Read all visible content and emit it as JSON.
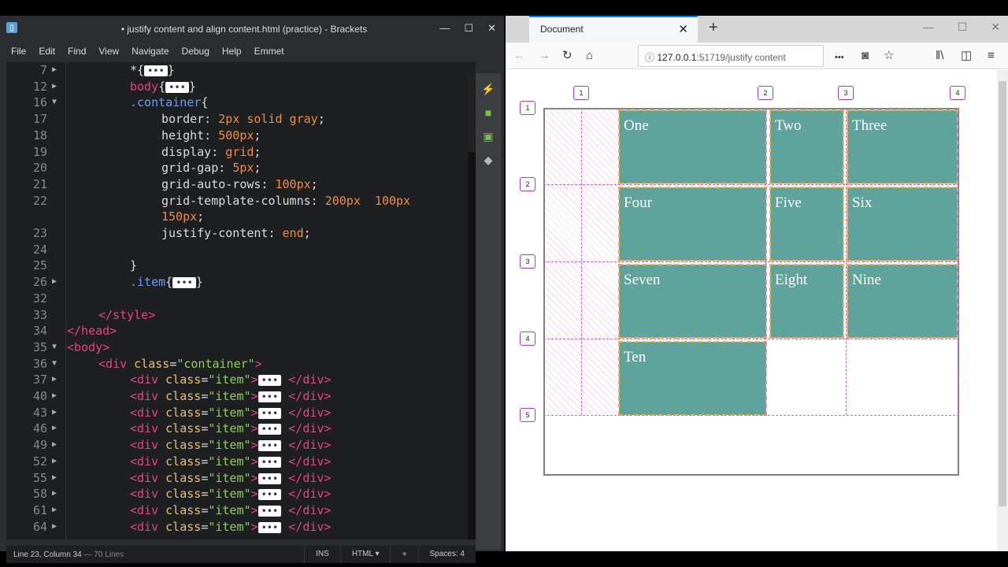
{
  "editor": {
    "title": "• justify content and align content.html (practice) - Brackets",
    "menu": [
      "File",
      "Edit",
      "Find",
      "View",
      "Navigate",
      "Debug",
      "Help",
      "Emmet"
    ],
    "lines": [
      {
        "n": "7",
        "f": "▶",
        "ind": 2,
        "t": [
          [
            "pun",
            "*{"
          ],
          [
            "dots",
            "•••"
          ],
          [
            "pun",
            "}"
          ]
        ]
      },
      {
        "n": "12",
        "f": "▶",
        "ind": 2,
        "t": [
          [
            "sel",
            "body"
          ],
          [
            "pun",
            "{"
          ],
          [
            "dots",
            "•••"
          ],
          [
            "pun",
            "}"
          ]
        ]
      },
      {
        "n": "16",
        "f": "▼",
        "ind": 2,
        "t": [
          [
            "cls",
            ".container"
          ],
          [
            "pun",
            "{"
          ]
        ]
      },
      {
        "n": "17",
        "f": "",
        "ind": 3,
        "t": [
          [
            "prop",
            "border: "
          ],
          [
            "val",
            "2px solid gray"
          ],
          [
            "pun",
            ";"
          ]
        ]
      },
      {
        "n": "18",
        "f": "",
        "ind": 3,
        "t": [
          [
            "prop",
            "height: "
          ],
          [
            "val",
            "500px"
          ],
          [
            "pun",
            ";"
          ]
        ]
      },
      {
        "n": "19",
        "f": "",
        "ind": 3,
        "t": [
          [
            "prop",
            "display: "
          ],
          [
            "val",
            "grid"
          ],
          [
            "pun",
            ";"
          ]
        ]
      },
      {
        "n": "20",
        "f": "",
        "ind": 3,
        "t": [
          [
            "prop",
            "grid-gap: "
          ],
          [
            "val",
            "5px"
          ],
          [
            "pun",
            ";"
          ]
        ]
      },
      {
        "n": "21",
        "f": "",
        "ind": 3,
        "t": [
          [
            "prop",
            "grid-auto-rows: "
          ],
          [
            "val",
            "100px"
          ],
          [
            "pun",
            ";"
          ]
        ]
      },
      {
        "n": "22",
        "f": "",
        "ind": 3,
        "t": [
          [
            "prop",
            "grid-template-columns: "
          ],
          [
            "val",
            "200px  100px"
          ]
        ]
      },
      {
        "n": "",
        "f": "",
        "ind": 3,
        "t": [
          [
            "val",
            "150px"
          ],
          [
            "pun",
            ";"
          ]
        ]
      },
      {
        "n": "23",
        "f": "",
        "ind": 3,
        "t": [
          [
            "prop",
            "justify-content: "
          ],
          [
            "val",
            "end"
          ],
          [
            "pun",
            ";"
          ]
        ]
      },
      {
        "n": "24",
        "f": "",
        "ind": 3,
        "t": []
      },
      {
        "n": "25",
        "f": "",
        "ind": 2,
        "t": [
          [
            "pun",
            "}"
          ]
        ]
      },
      {
        "n": "26",
        "f": "▶",
        "ind": 2,
        "t": [
          [
            "cls",
            ".item"
          ],
          [
            "pun",
            "{"
          ],
          [
            "dots",
            "•••"
          ],
          [
            "pun",
            "}"
          ]
        ]
      },
      {
        "n": "32",
        "f": "",
        "ind": 2,
        "t": []
      },
      {
        "n": "33",
        "f": "",
        "ind": 1,
        "t": [
          [
            "tag",
            "</style>"
          ]
        ]
      },
      {
        "n": "34",
        "f": "",
        "ind": 0,
        "t": [
          [
            "tag",
            "</head>"
          ]
        ]
      },
      {
        "n": "35",
        "f": "▼",
        "ind": 0,
        "t": [
          [
            "tag",
            "<body>"
          ]
        ]
      },
      {
        "n": "36",
        "f": "▼",
        "ind": 1,
        "t": [
          [
            "tag",
            "<div "
          ],
          [
            "attr",
            "class"
          ],
          [
            "pun",
            "="
          ],
          [
            "str",
            "\"container\""
          ],
          [
            "tag",
            ">"
          ]
        ]
      },
      {
        "n": "37",
        "f": "▶",
        "ind": 2,
        "t": [
          [
            "tag",
            "<div "
          ],
          [
            "attr",
            "class"
          ],
          [
            "pun",
            "="
          ],
          [
            "str",
            "\"item\""
          ],
          [
            "tag",
            ">"
          ],
          [
            "dots",
            "•••"
          ],
          [
            "tag",
            " </div>"
          ]
        ]
      },
      {
        "n": "40",
        "f": "▶",
        "ind": 2,
        "t": [
          [
            "tag",
            "<div "
          ],
          [
            "attr",
            "class"
          ],
          [
            "pun",
            "="
          ],
          [
            "str",
            "\"item\""
          ],
          [
            "tag",
            ">"
          ],
          [
            "dots",
            "•••"
          ],
          [
            "tag",
            " </div>"
          ]
        ]
      },
      {
        "n": "43",
        "f": "▶",
        "ind": 2,
        "t": [
          [
            "tag",
            "<div "
          ],
          [
            "attr",
            "class"
          ],
          [
            "pun",
            "="
          ],
          [
            "str",
            "\"item\""
          ],
          [
            "tag",
            ">"
          ],
          [
            "dots",
            "•••"
          ],
          [
            "tag",
            " </div>"
          ]
        ]
      },
      {
        "n": "46",
        "f": "▶",
        "ind": 2,
        "t": [
          [
            "tag",
            "<div "
          ],
          [
            "attr",
            "class"
          ],
          [
            "pun",
            "="
          ],
          [
            "str",
            "\"item\""
          ],
          [
            "tag",
            ">"
          ],
          [
            "dots",
            "•••"
          ],
          [
            "tag",
            " </div>"
          ]
        ]
      },
      {
        "n": "49",
        "f": "▶",
        "ind": 2,
        "t": [
          [
            "tag",
            "<div "
          ],
          [
            "attr",
            "class"
          ],
          [
            "pun",
            "="
          ],
          [
            "str",
            "\"item\""
          ],
          [
            "tag",
            ">"
          ],
          [
            "dots",
            "•••"
          ],
          [
            "tag",
            " </div>"
          ]
        ]
      },
      {
        "n": "52",
        "f": "▶",
        "ind": 2,
        "t": [
          [
            "tag",
            "<div "
          ],
          [
            "attr",
            "class"
          ],
          [
            "pun",
            "="
          ],
          [
            "str",
            "\"item\""
          ],
          [
            "tag",
            ">"
          ],
          [
            "dots",
            "•••"
          ],
          [
            "tag",
            " </div>"
          ]
        ]
      },
      {
        "n": "55",
        "f": "▶",
        "ind": 2,
        "t": [
          [
            "tag",
            "<div "
          ],
          [
            "attr",
            "class"
          ],
          [
            "pun",
            "="
          ],
          [
            "str",
            "\"item\""
          ],
          [
            "tag",
            ">"
          ],
          [
            "dots",
            "•••"
          ],
          [
            "tag",
            " </div>"
          ]
        ]
      },
      {
        "n": "58",
        "f": "▶",
        "ind": 2,
        "t": [
          [
            "tag",
            "<div "
          ],
          [
            "attr",
            "class"
          ],
          [
            "pun",
            "="
          ],
          [
            "str",
            "\"item\""
          ],
          [
            "tag",
            ">"
          ],
          [
            "dots",
            "•••"
          ],
          [
            "tag",
            " </div>"
          ]
        ]
      },
      {
        "n": "61",
        "f": "▶",
        "ind": 2,
        "t": [
          [
            "tag",
            "<div "
          ],
          [
            "attr",
            "class"
          ],
          [
            "pun",
            "="
          ],
          [
            "str",
            "\"item\""
          ],
          [
            "tag",
            ">"
          ],
          [
            "dots",
            "•••"
          ],
          [
            "tag",
            " </div>"
          ]
        ]
      },
      {
        "n": "64",
        "f": "▶",
        "ind": 2,
        "t": [
          [
            "tag",
            "<div "
          ],
          [
            "attr",
            "class"
          ],
          [
            "pun",
            "="
          ],
          [
            "str",
            "\"item\""
          ],
          [
            "tag",
            ">"
          ],
          [
            "dots",
            "•••"
          ],
          [
            "tag",
            " </div>"
          ]
        ]
      }
    ],
    "status": {
      "position": "Line 23, Column 34",
      "lines": " — 70 Lines",
      "mode": "INS",
      "language": "HTML ▾",
      "spaces": "Spaces: 4"
    }
  },
  "browser": {
    "tab_title": "Document",
    "url_host": "127.0.0.1",
    "url_rest": ":51719/justify content",
    "items": [
      "One",
      "Two",
      "Three",
      "Four",
      "Five",
      "Six",
      "Seven",
      "Eight",
      "Nine",
      "Ten"
    ],
    "col_lines": [
      "1",
      "2",
      "3",
      "4"
    ],
    "row_lines": [
      "1",
      "2",
      "3",
      "4",
      "5"
    ]
  }
}
